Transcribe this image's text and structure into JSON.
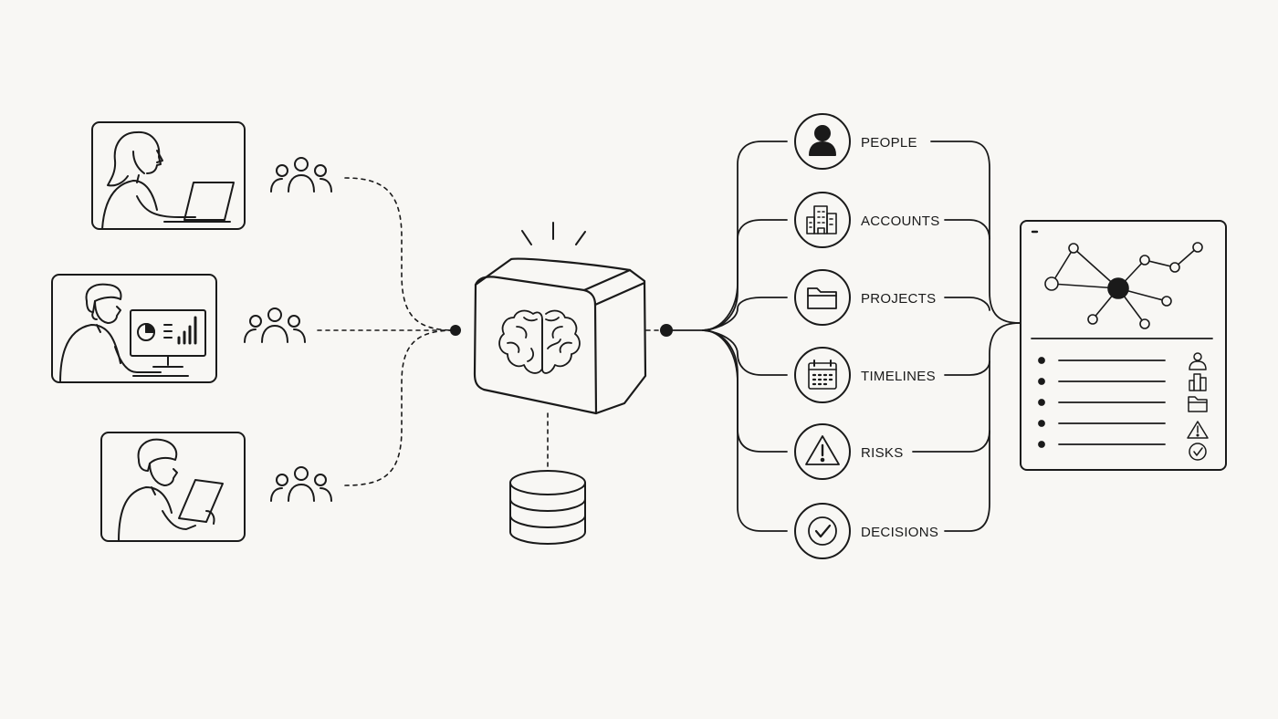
{
  "stroke_color": "#1a1a1a",
  "background_color": "#f8f7f4",
  "inputs": [
    {
      "name": "woman-with-laptop",
      "group_icon": "team-icon"
    },
    {
      "name": "man-at-monitor-with-charts",
      "group_icon": "team-icon"
    },
    {
      "name": "man-with-tablet",
      "group_icon": "team-icon"
    }
  ],
  "core": {
    "icon": "brain-icon",
    "storage_icon": "database-icon"
  },
  "categories": [
    {
      "label": "PEOPLE",
      "icon": "person-icon"
    },
    {
      "label": "ACCOUNTS",
      "icon": "building-icon"
    },
    {
      "label": "PROJECTS",
      "icon": "folder-icon"
    },
    {
      "label": "TIMELINES",
      "icon": "calendar-icon"
    },
    {
      "label": "RISKS",
      "icon": "warning-icon"
    },
    {
      "label": "DECISIONS",
      "icon": "check-icon"
    }
  ],
  "output_panel": {
    "graph_icon": "network-graph-icon",
    "list_icons": [
      "person-icon",
      "building-icon",
      "folder-icon",
      "warning-icon",
      "check-icon"
    ]
  }
}
